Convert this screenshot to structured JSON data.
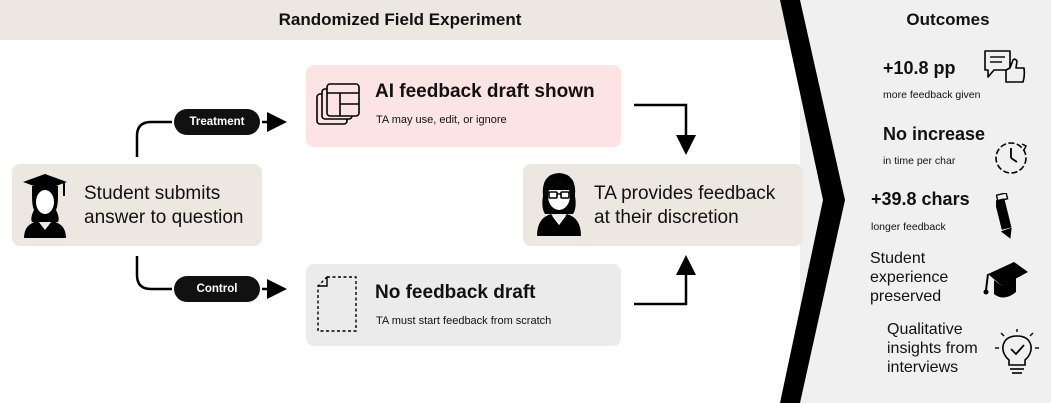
{
  "header": {
    "title": "Randomized Field Experiment"
  },
  "outcomes": {
    "title": "Outcomes",
    "items": [
      {
        "value": "+10.8 pp",
        "caption": "more feedback given",
        "icon": "feedback-thumbs-up-icon"
      },
      {
        "value": "No increase",
        "caption": "in time per char",
        "icon": "clock-icon"
      },
      {
        "value": "+39.8 chars",
        "caption": "longer feedback",
        "icon": "pencil-icon"
      },
      {
        "lines": [
          "Student",
          "experience",
          "preserved"
        ],
        "icon": "graduation-cap-icon"
      },
      {
        "lines": [
          "Qualitative",
          "insights from",
          "interviews"
        ],
        "icon": "lightbulb-icon"
      }
    ]
  },
  "student": {
    "lines": [
      "Student submits",
      "answer to question"
    ],
    "icon": "student-avatar-icon"
  },
  "branches": {
    "treatment": "Treatment",
    "control": "Control"
  },
  "ai_draft": {
    "title": "AI feedback draft shown",
    "subtitle": "TA may use, edit, or ignore",
    "icon": "stacked-pages-icon"
  },
  "no_draft": {
    "title": "No feedback draft",
    "subtitle": "TA must start feedback from scratch",
    "icon": "blank-page-icon"
  },
  "ta": {
    "lines": [
      "TA provides feedback",
      "at their discretion"
    ],
    "icon": "ta-avatar-icon"
  }
}
